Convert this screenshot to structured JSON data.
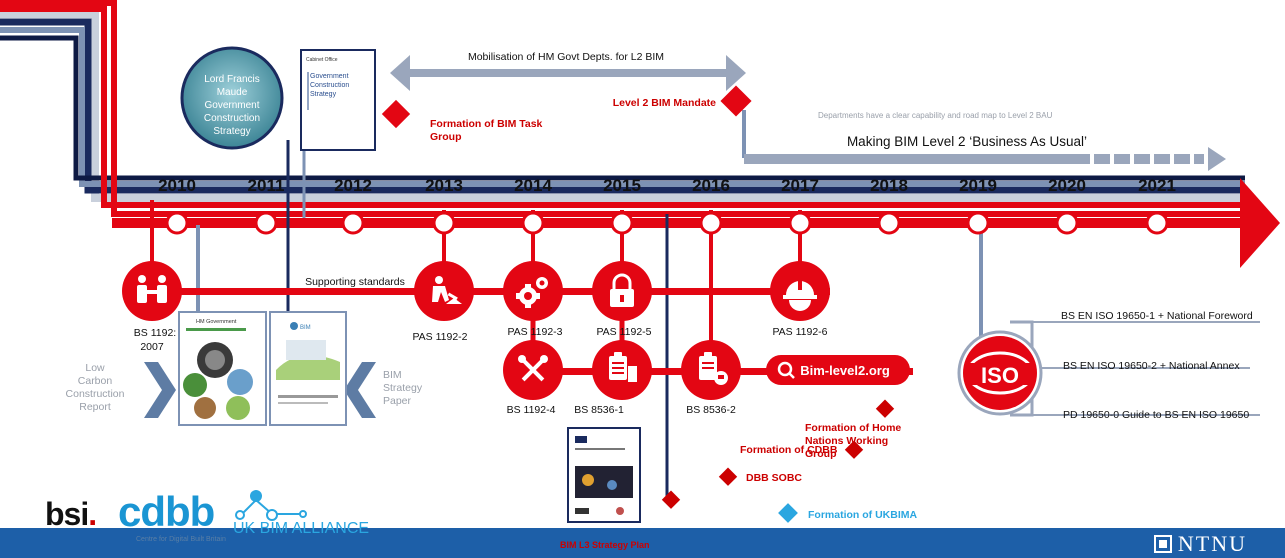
{
  "timeline": {
    "years": [
      "2010",
      "2011",
      "2012",
      "2013",
      "2014",
      "2015",
      "2016",
      "2017",
      "2018",
      "2019",
      "2020",
      "2021"
    ]
  },
  "top": {
    "maude_circle": "Lord Francis Maude Government Construction Strategy",
    "maude_lines": [
      "Lord Francis",
      "Maude",
      "Government",
      "Construction",
      "Strategy"
    ],
    "gcs_doc_header": "Cabinet Office",
    "gcs_doc_title_lines": [
      "Government",
      "Construction",
      "Strategy"
    ],
    "mobilisation": "Mobilisation of HM Govt Depts. for L2 BIM",
    "task_group_lines": [
      "Formation of BIM Task",
      "Group"
    ],
    "mandate": "Level 2 BIM Mandate",
    "departments": "Departments have a clear capability and road map to Level 2 BAU",
    "bau": "Making BIM Level 2 ‘Business As Usual’"
  },
  "standards": {
    "supporting": "Supporting standards",
    "bs1192_lines": [
      "BS 1192:",
      "2007"
    ],
    "pas1192_2": "PAS 1192-2",
    "pas1192_3": "PAS 1192-3",
    "pas1192_5": "PAS 1192-5",
    "pas1192_6": "PAS 1192-6",
    "bs1192_4": "BS 1192-4",
    "bs8536_1": "BS 8536-1",
    "bs8536_2": "BS 8536-2",
    "bim_level2": "Bim-level2.org"
  },
  "side": {
    "low_carbon_lines": [
      "Low",
      "Carbon",
      "Construction",
      "Report"
    ],
    "bim_strategy_lines": [
      "BIM",
      "Strategy",
      "Paper"
    ],
    "hm_doc_header": "HM Government"
  },
  "events": {
    "home_nations_lines": [
      "Formation of Home",
      "Nations Working",
      "Group"
    ],
    "cdbb": "Formation of CDBB",
    "dbb_sobc": "DBB SOBC",
    "ukbima": "Formation of UKBIMA",
    "plan_caption": "BIM L3 Strategy Plan"
  },
  "iso": {
    "badge": "ISO",
    "std1": "BS EN ISO 19650-1 + National Foreword",
    "std2": "BS EN ISO 19650-2 + National Annex",
    "std3": "PD 19650-0  Guide to BS EN ISO 19650"
  },
  "logos": {
    "bsi": "bsi",
    "cdbb": "cdbb",
    "cdbb_sub": "Centre for Digital Built Britain",
    "ukbim": "UK BIM ALLIANCE"
  },
  "footer": {
    "ntnu": "NTNU"
  },
  "colors": {
    "red": "#e30613",
    "dark_red": "#cc0000",
    "navy": "#1a2a5e",
    "slate": "#7d92b4",
    "footer_blue": "#1d5fa8",
    "light_blue": "#2aa6e0"
  }
}
